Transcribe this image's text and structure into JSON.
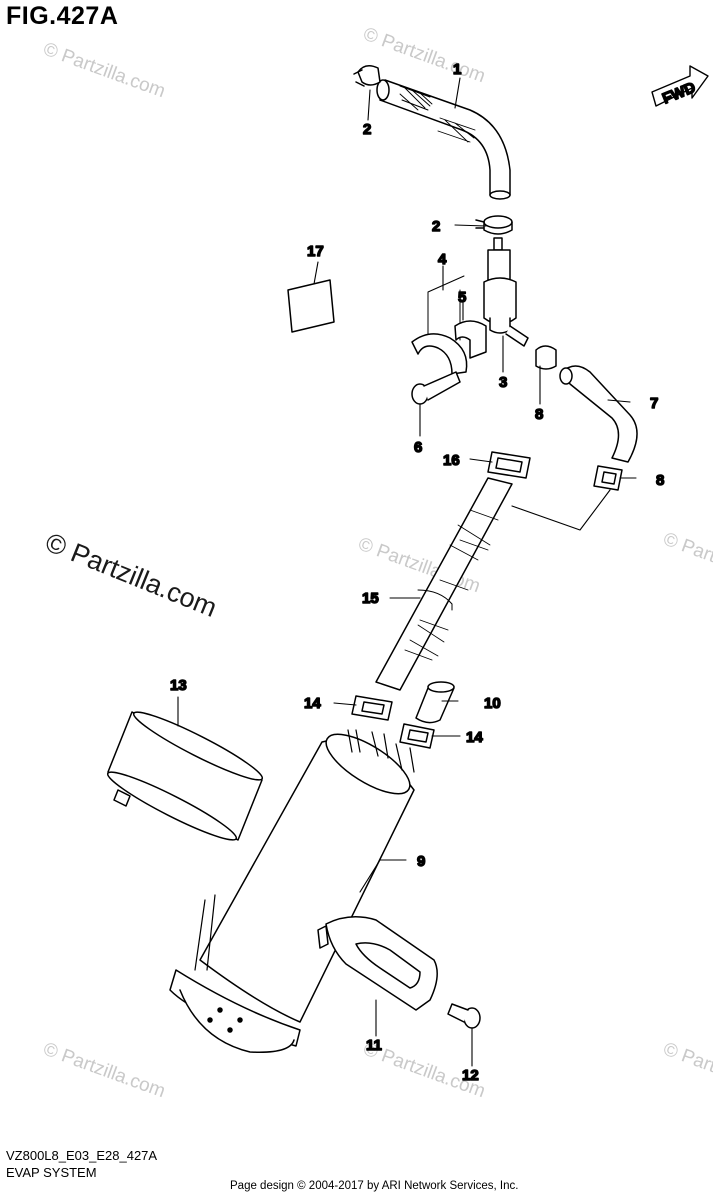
{
  "header": {
    "figure_title": "FIG.427A"
  },
  "footer": {
    "model_code": "VZ800L8_E03_E28_427A",
    "system_name": "EVAP SYSTEM",
    "credit": "Page design © 2004-2017 by ARI Network Services, Inc."
  },
  "watermark": {
    "text": "© Partzilla.com",
    "prominent_text": "© Partzilla.com"
  },
  "direction": {
    "label": "FWD"
  },
  "callouts": [
    {
      "id": "1",
      "label": "1"
    },
    {
      "id": "2a",
      "label": "2"
    },
    {
      "id": "2b",
      "label": "2"
    },
    {
      "id": "3",
      "label": "3"
    },
    {
      "id": "4",
      "label": "4"
    },
    {
      "id": "5",
      "label": "5"
    },
    {
      "id": "6",
      "label": "6"
    },
    {
      "id": "7",
      "label": "7"
    },
    {
      "id": "8a",
      "label": "8"
    },
    {
      "id": "8b",
      "label": "8"
    },
    {
      "id": "9",
      "label": "9"
    },
    {
      "id": "10",
      "label": "10"
    },
    {
      "id": "11",
      "label": "11"
    },
    {
      "id": "12",
      "label": "12"
    },
    {
      "id": "13",
      "label": "13"
    },
    {
      "id": "14a",
      "label": "14"
    },
    {
      "id": "14b",
      "label": "14"
    },
    {
      "id": "15",
      "label": "15"
    },
    {
      "id": "16",
      "label": "16"
    },
    {
      "id": "17",
      "label": "17"
    }
  ],
  "colors": {
    "line": "#000000",
    "watermark": "#c9c9c9",
    "background": "#ffffff"
  }
}
